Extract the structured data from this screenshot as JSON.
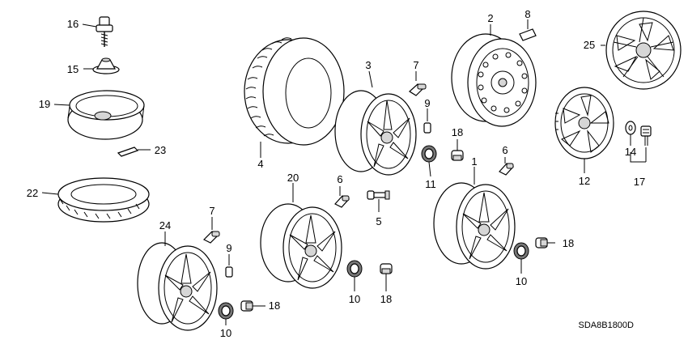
{
  "diagram": {
    "code": "SDA8B1800D",
    "callouts": [
      "16",
      "15",
      "19",
      "23",
      "22",
      "4",
      "3",
      "7",
      "9",
      "2",
      "8",
      "25",
      "18",
      "11",
      "6",
      "1",
      "12",
      "14",
      "17",
      "20",
      "5",
      "24",
      "10"
    ],
    "labels": {
      "p16": "16",
      "p15": "15",
      "p19": "19",
      "p23": "23",
      "p22": "22",
      "p4": "4",
      "p3": "3",
      "p7a": "7",
      "p9a": "9",
      "p2": "2",
      "p8": "8",
      "p25": "25",
      "p18a": "18",
      "p11": "11",
      "p6a": "6",
      "p1": "1",
      "p12": "12",
      "p14": "14",
      "p17": "17",
      "p20": "20",
      "p6b": "6",
      "p5": "5",
      "p7b": "7",
      "p24": "24",
      "p9b": "9",
      "p10a": "10",
      "p10b": "10",
      "p18b": "18",
      "p10c": "10",
      "p18c": "18",
      "p18d": "18"
    }
  }
}
